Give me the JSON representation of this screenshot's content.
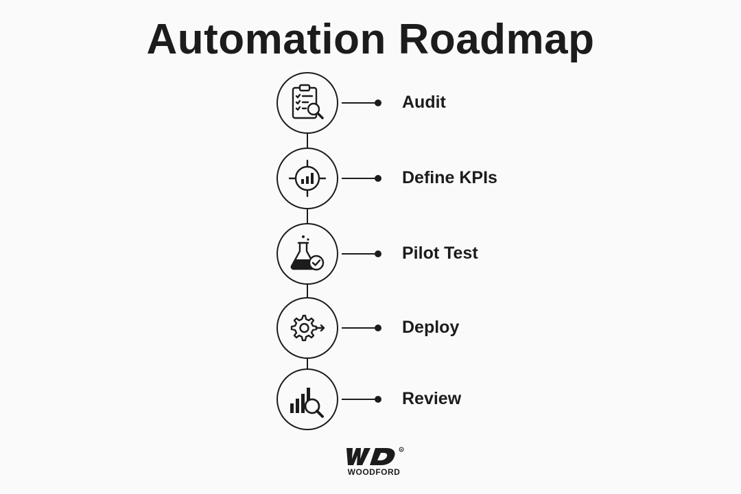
{
  "title": "Automation Roadmap",
  "steps": [
    {
      "label": "Audit",
      "icon": "clipboard-search-icon"
    },
    {
      "label": "Define KPIs",
      "icon": "target-chart-icon"
    },
    {
      "label": "Pilot Test",
      "icon": "flask-check-icon"
    },
    {
      "label": "Deploy",
      "icon": "gear-arrow-icon"
    },
    {
      "label": "Review",
      "icon": "chart-search-icon"
    }
  ],
  "logo": {
    "monogram": "WD",
    "name": "WOODFORD",
    "mark": "®"
  },
  "colors": {
    "ink": "#1c1c1c",
    "background": "#fafafa"
  }
}
